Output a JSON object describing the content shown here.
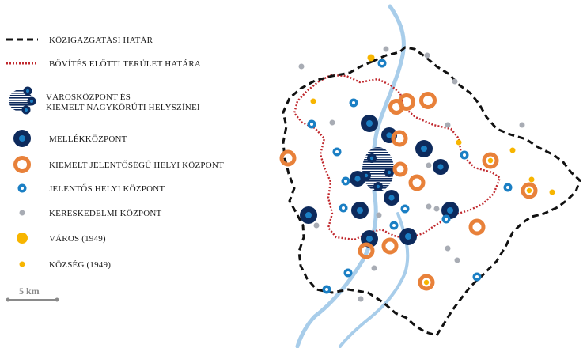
{
  "legend": {
    "admin_boundary": "KÖZIGAZGATÁSI HATÁR",
    "pre_expansion_boundary": "BŐVÍTÉS ELŐTTI TERÜLET HATÁRA",
    "city_center_line1": "VÁROSKÖZPONT ÉS",
    "city_center_line2": "KIEMELT NAGYKÖRÚTI HELYSZÍNEI",
    "subcenter": "MELLÉKKÖZPONT",
    "major_local_center": "KIEMELT JELENTŐSÉGŰ HELYI KÖZPONT",
    "local_center": "JELENTŐS HELYI KÖZPONT",
    "commercial_center": "KERESKEDELMI KÖZPONT",
    "town": "VÁROS (1949)",
    "village": "KÖZSÉG (1949)"
  },
  "scale": {
    "label": "5 km"
  },
  "colors": {
    "navy": "#0d2a5c",
    "blue": "#1b7fc4",
    "orange": "#e8813a",
    "gray": "#a8acb4",
    "yellow": "#f7b500",
    "red_dotted": "#c0282d",
    "river": "#a8cdea"
  }
}
